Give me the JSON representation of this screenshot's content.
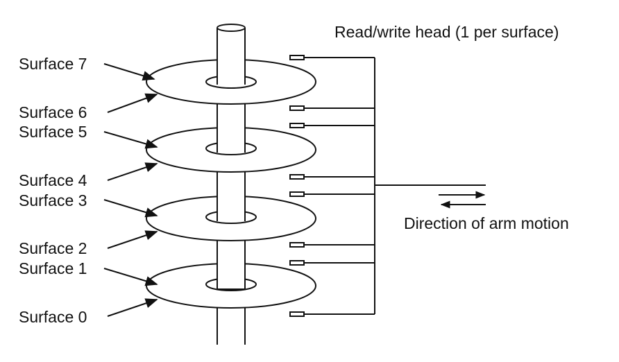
{
  "head_label": "Read/write head (1 per surface)",
  "motion_label": "Direction of arm motion",
  "surface_labels": [
    "Surface 7",
    "Surface 6",
    "Surface 5",
    "Surface 4",
    "Surface 3",
    "Surface 2",
    "Surface 1",
    "Surface 0"
  ],
  "colors": {
    "line": "#111111",
    "background": "#ffffff"
  }
}
